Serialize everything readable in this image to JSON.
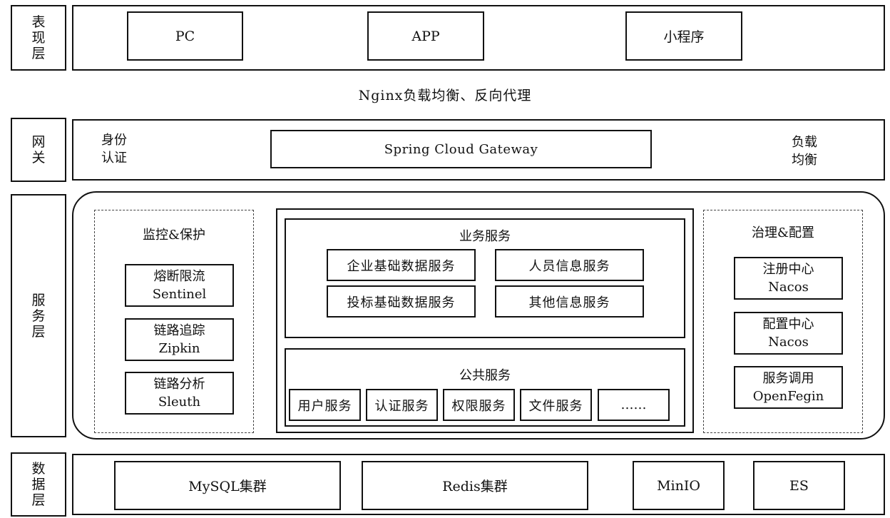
{
  "layers": {
    "presentation": {
      "label": [
        "表",
        "现",
        "层"
      ],
      "items": [
        "PC",
        "APP",
        "小程序"
      ]
    },
    "nginx": "Nginx负载均衡、反向代理",
    "gateway": {
      "label": [
        "网",
        "关"
      ],
      "left_note": [
        "身份",
        "认证"
      ],
      "center": "Spring Cloud Gateway",
      "right_note": [
        "负载",
        "均衡"
      ]
    },
    "service": {
      "label": [
        "服",
        "务",
        "层"
      ],
      "monitor": {
        "title": "监控&保护",
        "items": [
          {
            "name": "熔断限流",
            "tech": "Sentinel"
          },
          {
            "name": "链路追踪",
            "tech": "Zipkin"
          },
          {
            "name": "链路分析",
            "tech": "Sleuth"
          }
        ]
      },
      "business": {
        "title": "业务服务",
        "items": [
          "企业基础数据服务",
          "人员信息服务",
          "投标基础数据服务",
          "其他信息服务"
        ]
      },
      "public": {
        "title": "公共服务",
        "items": [
          "用户服务",
          "认证服务",
          "权限服务",
          "文件服务",
          "……"
        ]
      },
      "governance": {
        "title": "治理&配置",
        "items": [
          {
            "name": "注册中心",
            "tech": "Nacos"
          },
          {
            "name": "配置中心",
            "tech": "Nacos"
          },
          {
            "name": "服务调用",
            "tech": "OpenFegin"
          }
        ]
      }
    },
    "data": {
      "label": [
        "数",
        "据",
        "层"
      ],
      "items": [
        "MySQL集群",
        "Redis集群",
        "MinIO",
        "ES"
      ]
    }
  }
}
